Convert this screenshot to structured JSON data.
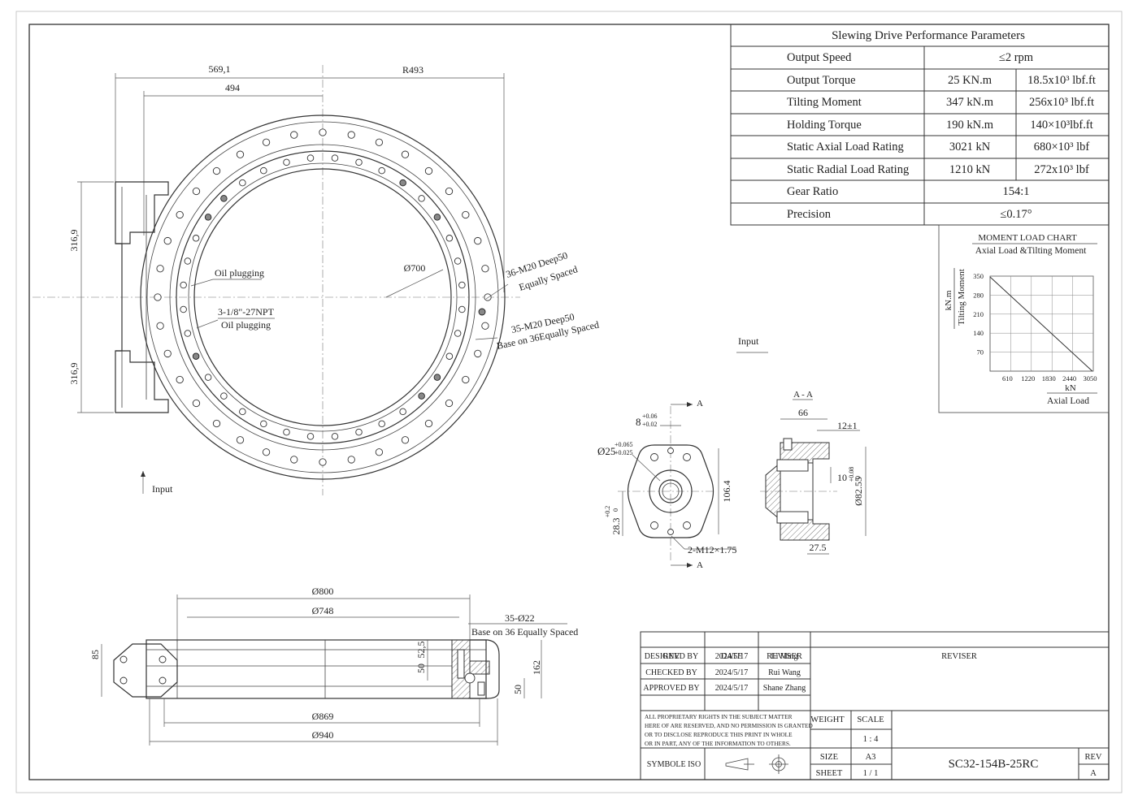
{
  "params_table": {
    "title": "Slewing Drive Performance Parameters",
    "rows": [
      {
        "label": "Output Speed",
        "v1": "≤2 rpm",
        "v2": ""
      },
      {
        "label": "Output Torque",
        "v1": "25 KN.m",
        "v2": "18.5x10³ lbf.ft"
      },
      {
        "label": "Tilting Moment",
        "v1": "347 kN.m",
        "v2": "256x10³ lbf.ft"
      },
      {
        "label": "Holding Torque",
        "v1": "190 kN.m",
        "v2": "140×10³lbf.ft"
      },
      {
        "label": "Static Axial Load Rating",
        "v1": "3021 kN",
        "v2": "680×10³  lbf"
      },
      {
        "label": "Static Radial Load Rating",
        "v1": "1210 kN",
        "v2": "272x10³ lbf"
      },
      {
        "label": "Gear Ratio",
        "v1": "154:1",
        "v2": ""
      },
      {
        "label": "Precision",
        "v1": "≤0.17°",
        "v2": ""
      }
    ]
  },
  "load_chart": {
    "title": "MOMENT LOAD CHART",
    "subtitle": "Axial Load &Tilting Moment",
    "ylabel_unit": "kN.m",
    "ylabel": "Tilting Moment",
    "xlabel_unit": "kN",
    "xlabel": "Axial Load"
  },
  "chart_data": {
    "type": "line",
    "title": "MOMENT LOAD CHART",
    "subtitle": "Axial Load &Tilting Moment",
    "xlabel": "Axial Load",
    "ylabel": "Tilting Moment",
    "x_unit": "kN",
    "y_unit": "kN.m",
    "x_ticks": [
      610,
      1220,
      1830,
      2440,
      3050
    ],
    "y_ticks": [
      70,
      140,
      210,
      280,
      350
    ],
    "xlim": [
      0,
      3050
    ],
    "ylim": [
      0,
      350
    ],
    "grid": true,
    "series": [
      {
        "x": [
          0,
          3021
        ],
        "y": [
          347,
          0
        ]
      }
    ]
  },
  "front_view": {
    "dim_569": "569,1",
    "dim_r493": "R493",
    "dim_494": "494",
    "dim_3169_top": "316,9",
    "dim_3169_bottom": "316,9",
    "dia_700": "Ø700",
    "oil_plugging_1": "Oil plugging",
    "npt": "3-1/8\"-27NPT",
    "oil_plugging_2": "Oil plugging",
    "m20_36_a": "36-M20 Deep50",
    "m20_36_b": "Equally Spaced",
    "m20_35_a": "35-M20 Deep50",
    "m20_35_b": "Base on 36Equally Spaced",
    "input": "Input"
  },
  "input_label": "Input",
  "flange_view": {
    "a_top": "A",
    "a_bottom": "A",
    "tol_8": "8",
    "tol_8_up": "+0.06",
    "tol_8_lo": "+0.02",
    "dia_25": "Ø25",
    "dia_25_up": "+0.065",
    "dia_25_lo": "+0.025",
    "dim_1064": "106.4",
    "dim_283": "28.3",
    "dim_283_up": "+0.2",
    "dim_283_lo": "0",
    "thread": "2-M12×1.75"
  },
  "section_aa": {
    "title": "A - A",
    "dim_66": "66",
    "dim_12": "12±1",
    "dim_10": "10",
    "dim_10_tol": "+0.08",
    "dim_10_lo": "0",
    "dia_8255": "Ø82.55",
    "dim_275": "27.5"
  },
  "side_view": {
    "dia_800": "Ø800",
    "dia_748": "Ø748",
    "holes_a": "35-Ø22",
    "holes_b": "Base on 36 Equally Spaced",
    "dim_85": "85",
    "dim_525": "52,5",
    "dim_50a": "50",
    "dim_162": "162",
    "dim_50b": "50",
    "dia_869": "Ø869",
    "dia_940": "Ø940"
  },
  "title_block": {
    "h_rev": "REV",
    "h_date": "DATE",
    "h_reviser": "REVISER",
    "h_reviser_big": "REVISER",
    "rows": [
      {
        "role": "DESIGNED BY",
        "date": "2024/5/17",
        "name": "Li Ming"
      },
      {
        "role": "CHECKED BY",
        "date": "2024/5/17",
        "name": "Rui Wang"
      },
      {
        "role": "APPROVED BY",
        "date": "2024/5/17",
        "name": "Shane Zhang"
      }
    ],
    "rights_1": "ALL PROPRIETARY RIGHTS IN THE SUBJECT MATTER",
    "rights_2": "HERE OF ARE RESERVED, AND NO PERMISSION IS GRANTED",
    "rights_3": "OR TO DISCLOSE REPRODUCE THIS PRINT IN WHOLE",
    "rights_4": "OR IN PART, ANY OF THE INFORMATION TO OTHERS.",
    "weight": "WEIGHT",
    "scale": "SCALE",
    "scale_val": "1 : 4",
    "symbole": "SYMBOLE ISO",
    "size": "SIZE",
    "size_val": "A3",
    "sheet": "SHEET",
    "sheet_val": "1 / 1",
    "drawing_no": "SC32-154B-25RC",
    "rev_label": "REV",
    "rev_val": "A"
  }
}
